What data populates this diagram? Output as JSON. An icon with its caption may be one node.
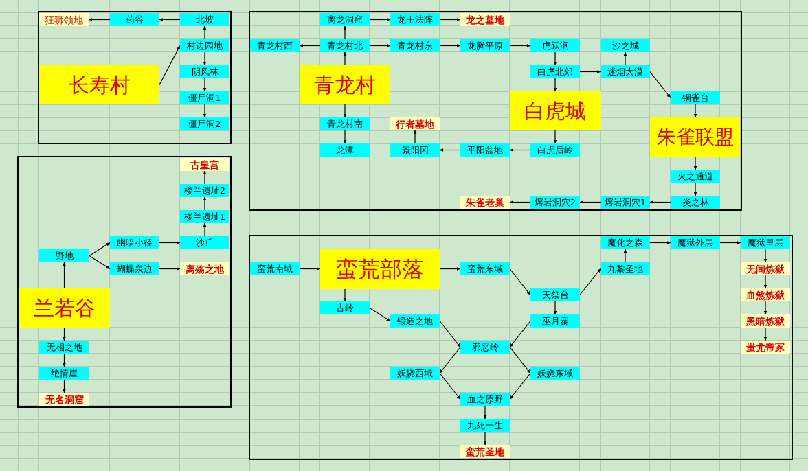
{
  "diagram": {
    "nodes": [
      {
        "text": [],
        "shape": "box"
      },
      {
        "text": [
          "狂狮领地"
        ],
        "in": 0
      },
      {
        "text": [
          "药谷"
        ],
        "in": 0
      },
      {
        "text": [
          "北坡"
        ],
        "in": 0
      },
      {
        "text": [
          "村边园地"
        ],
        "in": 0
      },
      {
        "text": [
          "长寿村"
        ],
        "in": 0
      },
      {
        "text": [
          "阴风林"
        ],
        "in": 0
      },
      {
        "text": [
          "僵尸洞1"
        ],
        "in": 0
      },
      {
        "text": [
          "僵尸洞2"
        ],
        "in": 0
      },
      {
        "text": [],
        "shape": "box"
      },
      {
        "text": [
          "离龙洞窟"
        ],
        "in": 9
      },
      {
        "text": [
          "龙王法阵"
        ],
        "in": 9
      },
      {
        "text": [
          "龙之墓地"
        ],
        "in": 9
      },
      {
        "text": [
          "青龙村西"
        ],
        "in": 9
      },
      {
        "text": [
          "青龙村北"
        ],
        "in": 9
      },
      {
        "text": [
          "青龙村东"
        ],
        "in": 9
      },
      {
        "text": [
          "龙腾平原"
        ],
        "in": 9
      },
      {
        "text": [
          "虎跃涧"
        ],
        "in": 9
      },
      {
        "text": [
          "沙之城"
        ],
        "in": 9
      },
      {
        "text": [
          "青龙村"
        ],
        "in": 9
      },
      {
        "text": [
          "白虎北郊"
        ],
        "in": 9
      },
      {
        "text": [
          "迷烟大漠"
        ],
        "in": 9
      },
      {
        "text": [
          "白虎城"
        ],
        "in": 9
      },
      {
        "text": [
          "铜雀台"
        ],
        "in": 9
      },
      {
        "text": [
          "青龙村南"
        ],
        "in": 9
      },
      {
        "text": [
          "行者墓地"
        ],
        "in": 9
      },
      {
        "text": [
          "朱雀联盟"
        ],
        "in": 9
      },
      {
        "text": [
          "龙潭"
        ],
        "in": 9
      },
      {
        "text": [
          "景阳冈"
        ],
        "in": 9
      },
      {
        "text": [
          "平阳盆地"
        ],
        "in": 9
      },
      {
        "text": [
          "白虎后岭"
        ],
        "in": 9
      },
      {
        "text": [
          "火之通道"
        ],
        "in": 9
      },
      {
        "text": [
          "朱雀老巢"
        ],
        "in": 9
      },
      {
        "text": [
          "熔岩洞穴2"
        ],
        "in": 9
      },
      {
        "text": [
          "熔岩洞穴1"
        ],
        "in": 9
      },
      {
        "text": [
          "炎之林"
        ],
        "in": 9
      },
      {
        "text": [],
        "shape": "box"
      },
      {
        "text": [
          "古皇宫"
        ],
        "in": 36
      },
      {
        "text": [
          "楼兰遗址2"
        ],
        "in": 36
      },
      {
        "text": [
          "楼兰遗址1"
        ],
        "in": 36
      },
      {
        "text": [
          "幽暗小径"
        ],
        "in": 36
      },
      {
        "text": [
          "沙丘"
        ],
        "in": 36
      },
      {
        "text": [
          "野地"
        ],
        "in": 36
      },
      {
        "text": [
          "蝴蝶泉边"
        ],
        "in": 36
      },
      {
        "text": [
          "离殇之地"
        ],
        "in": 36
      },
      {
        "text": [
          "兰若谷"
        ],
        "in": 36
      },
      {
        "text": [
          "无相之地"
        ],
        "in": 36
      },
      {
        "text": [
          "绝情崖"
        ],
        "in": 36
      },
      {
        "text": [
          "无名洞窟"
        ],
        "in": 36
      },
      {
        "text": [],
        "shape": "box"
      },
      {
        "text": [
          "魔化之森"
        ],
        "in": 49
      },
      {
        "text": [
          "魔狱外层"
        ],
        "in": 49
      },
      {
        "text": [
          "魔狱里层"
        ],
        "in": 49
      },
      {
        "text": [
          "蛮荒南域"
        ],
        "in": 49
      },
      {
        "text": [
          "蛮荒部落"
        ],
        "in": 49
      },
      {
        "text": [
          "蛮荒东域"
        ],
        "in": 49
      },
      {
        "text": [
          "九黎圣地"
        ],
        "in": 49
      },
      {
        "text": [
          "无间炼狱"
        ],
        "in": 49
      },
      {
        "text": [
          "天祭台"
        ],
        "in": 49
      },
      {
        "text": [
          "血煞炼狱"
        ],
        "in": 49
      },
      {
        "text": [
          "古岭"
        ],
        "in": 49
      },
      {
        "text": [
          "锻造之地"
        ],
        "in": 49
      },
      {
        "text": [
          "巫月寨"
        ],
        "in": 49
      },
      {
        "text": [
          "黑暗炼狱"
        ],
        "in": 49
      },
      {
        "text": [
          "邪恶岭"
        ],
        "in": 49
      },
      {
        "text": [
          "蚩尤帝冢"
        ],
        "in": 49
      },
      {
        "text": [
          "妖娆西域"
        ],
        "in": 49
      },
      {
        "text": [
          "妖娆东域"
        ],
        "in": 49
      },
      {
        "text": [
          "血之原野"
        ],
        "in": 49
      },
      {
        "text": [
          "九死一生"
        ],
        "in": 49
      },
      {
        "text": [
          "蛮荒圣地"
        ],
        "in": 49
      }
    ],
    "edges": [
      {
        "from": 2,
        "to": 1,
        "arrow": "to"
      },
      {
        "from": 3,
        "to": 2,
        "arrow": "to"
      },
      {
        "from": 4,
        "to": 3,
        "arrow": "to"
      },
      {
        "from": 5,
        "to": 4,
        "arrow": "to"
      },
      {
        "from": 4,
        "to": 6,
        "arrow": "to"
      },
      {
        "from": 6,
        "to": 7,
        "arrow": "to"
      },
      {
        "from": 7,
        "to": 8,
        "arrow": "to"
      },
      {
        "from": 10,
        "to": 11,
        "arrow": "to"
      },
      {
        "from": 11,
        "to": 12,
        "arrow": "to"
      },
      {
        "from": 14,
        "to": 10,
        "arrow": "to"
      },
      {
        "from": 14,
        "to": 13,
        "arrow": "to"
      },
      {
        "from": 14,
        "to": 15,
        "arrow": "to"
      },
      {
        "from": 15,
        "to": 16,
        "arrow": "to"
      },
      {
        "from": 16,
        "to": 17,
        "arrow": "to"
      },
      {
        "from": 19,
        "to": 14,
        "arrow": "to"
      },
      {
        "from": 17,
        "to": 20,
        "arrow": "to"
      },
      {
        "from": 20,
        "to": 21,
        "arrow": "to"
      },
      {
        "from": 21,
        "to": 18,
        "arrow": "to"
      },
      {
        "from": 20,
        "to": 22,
        "arrow": "to"
      },
      {
        "from": 21,
        "to": 23,
        "arrow": "to"
      },
      {
        "from": 23,
        "to": 26,
        "arrow": "to"
      },
      {
        "from": 19,
        "to": 24,
        "arrow": "to"
      },
      {
        "from": 24,
        "to": 27,
        "arrow": "to"
      },
      {
        "from": 28,
        "to": 25,
        "arrow": "to"
      },
      {
        "from": 29,
        "to": 28,
        "arrow": "to"
      },
      {
        "from": 30,
        "to": 29,
        "arrow": "to"
      },
      {
        "from": 22,
        "to": 30,
        "arrow": "to"
      },
      {
        "from": 26,
        "to": 31,
        "arrow": "to"
      },
      {
        "from": 31,
        "to": 35,
        "arrow": "to"
      },
      {
        "from": 35,
        "to": 34,
        "arrow": "to"
      },
      {
        "from": 34,
        "to": 33,
        "arrow": "to"
      },
      {
        "from": 33,
        "to": 32,
        "arrow": "to"
      },
      {
        "from": 42,
        "to": 40,
        "arrow": "to"
      },
      {
        "from": 42,
        "to": 43,
        "arrow": "to"
      },
      {
        "from": 40,
        "to": 41,
        "arrow": "to"
      },
      {
        "from": 41,
        "to": 39,
        "arrow": "to"
      },
      {
        "from": 39,
        "to": 38,
        "arrow": "to"
      },
      {
        "from": 38,
        "to": 37,
        "arrow": "to"
      },
      {
        "from": 43,
        "to": 44,
        "arrow": "to"
      },
      {
        "from": 45,
        "to": 42,
        "arrow": "to"
      },
      {
        "from": 45,
        "to": 46,
        "arrow": "to"
      },
      {
        "from": 46,
        "to": 47,
        "arrow": "to"
      },
      {
        "from": 47,
        "to": 48,
        "arrow": "to"
      },
      {
        "from": 53,
        "to": 54,
        "arrow": "to"
      },
      {
        "from": 54,
        "to": 55,
        "arrow": "to"
      },
      {
        "from": 54,
        "to": 60,
        "arrow": "to"
      },
      {
        "from": 60,
        "to": 61,
        "arrow": "to"
      },
      {
        "from": 55,
        "to": 58,
        "arrow": "to"
      },
      {
        "from": 58,
        "to": 62,
        "arrow": "to"
      },
      {
        "from": 58,
        "to": 56,
        "arrow": "to"
      },
      {
        "from": 56,
        "to": 50,
        "arrow": "to"
      },
      {
        "from": 50,
        "to": 51,
        "arrow": "to"
      },
      {
        "from": 51,
        "to": 52,
        "arrow": "to"
      },
      {
        "from": 52,
        "to": 57,
        "arrow": "to"
      },
      {
        "from": 57,
        "to": 59,
        "arrow": "to"
      },
      {
        "from": 59,
        "to": 63,
        "arrow": "to"
      },
      {
        "from": 63,
        "to": 65,
        "arrow": "to"
      },
      {
        "from": 61,
        "to": 64,
        "arrow": "to"
      },
      {
        "from": 62,
        "to": 64,
        "arrow": "to"
      },
      {
        "from": 64,
        "to": 66,
        "arrow": "to"
      },
      {
        "from": 64,
        "to": 67,
        "arrow": "to"
      },
      {
        "from": 66,
        "to": 68,
        "arrow": "to"
      },
      {
        "from": 67,
        "to": 68,
        "arrow": "to"
      },
      {
        "from": 68,
        "to": 69,
        "arrow": "to"
      },
      {
        "from": 69,
        "to": 70,
        "arrow": "to"
      }
    ]
  }
}
